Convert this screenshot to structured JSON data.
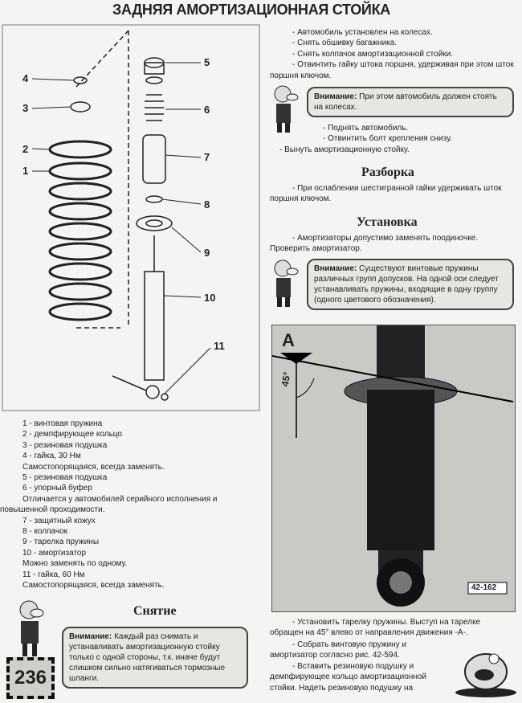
{
  "title": "ЗАДНЯЯ АМОРТИЗАЦИОННАЯ СТОЙКА",
  "diagram": {
    "callouts": [
      "1",
      "2",
      "3",
      "4",
      "5",
      "6",
      "7",
      "8",
      "9",
      "10",
      "11"
    ]
  },
  "legend": [
    "1 - винтовая пружина",
    "2 - демпфирующее кольцо",
    "3 - резиновая подушка",
    "4 - гайка, 30 Нм",
    "Самостопорящаяся, всегда заменять.",
    "5 - резиновая подушка",
    "6 - упорный буфер",
    "Отличается у автомобилей серийного исполнения и",
    "повышенной проходимости.",
    "7 - защитный кожух",
    "8 - колпачок",
    "9 - тарелка пружины",
    "10 - амортизатор",
    "Можно заменять по одному.",
    "11 - гайка, 60 Нм",
    "Самостопорящаяся, всегда заменять."
  ],
  "removal": {
    "heading": "Снятие",
    "note_label": "Внимание:",
    "note_text": "Каждый раз снимать и устанавливать амортизационную стойку только с одной стороны, т.к. иначе будут слишком сильно натягиваться тормозные шланги."
  },
  "page_number": "236",
  "steps_top": [
    "- Автомобиль установлен на колесах.",
    "- Снять обшивку багажника.",
    "- Снять колпачок амортизационной стойки.",
    "- Отвинтить гайку штока поршня, удерживая при этом шток поршня ключом."
  ],
  "note1": {
    "label": "Внимание:",
    "text": "При этом автомобиль должен стоять на колесах."
  },
  "steps_mid": [
    "- Поднять автомобиль.",
    "- Отвинтить болт крепления снизу.",
    "- Вынуть амортизационную стойку."
  ],
  "disassembly": {
    "heading": "Разборка",
    "text": "- При ослаблении шестигранной гайки удерживать шток поршня ключом."
  },
  "installation": {
    "heading": "Установка",
    "text": "- Амортизаторы допустимо заменять поодиночке. Проверить амортизатор."
  },
  "note2": {
    "label": "Внимание:",
    "text": "Существуют винтовые пружины различных групп допусков. На одной оси следует устанавливать пружины, входящие в одну группу (одного цветового обозначения)."
  },
  "photo": {
    "label_a": "A",
    "angle": "45°",
    "fig": "42-162"
  },
  "steps_bottom": [
    "- Установить тарелку пружины. Выступ на тарелке обращен на 45° влево от направления движения -А-.",
    "- Собрать винтовую пружину и амортизатор согласно рис. 42-594.",
    "- Вставить резиновую подушку и демпфирующее кольцо амортизационной стойки. Надеть резиновую подушку на"
  ]
}
